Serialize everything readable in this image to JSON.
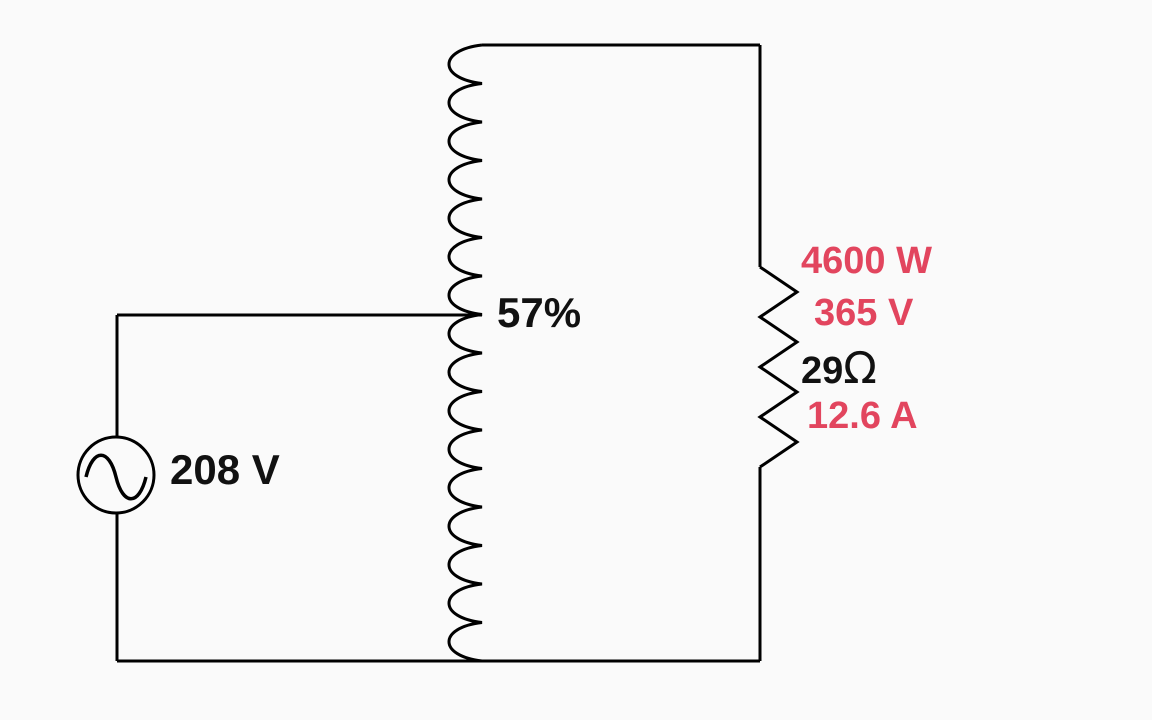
{
  "diagram": {
    "kind": "ac-autotransformer-resistive-load-circuit",
    "colors": {
      "background": "#fafafa",
      "wire": "#000000",
      "text_primary": "#111111",
      "annotation_red": "#e2455e"
    },
    "source": {
      "symbol": "ac-sine-source",
      "voltage": "208 V"
    },
    "transformer": {
      "symbol": "tapped-winding-coil",
      "tap_percent": "57%"
    },
    "load": {
      "symbol": "resistor-zigzag",
      "power": "4600 W",
      "voltage": "365 V",
      "resistance_value": "29",
      "resistance_unit": "Ω",
      "current": "12.6 A"
    }
  }
}
